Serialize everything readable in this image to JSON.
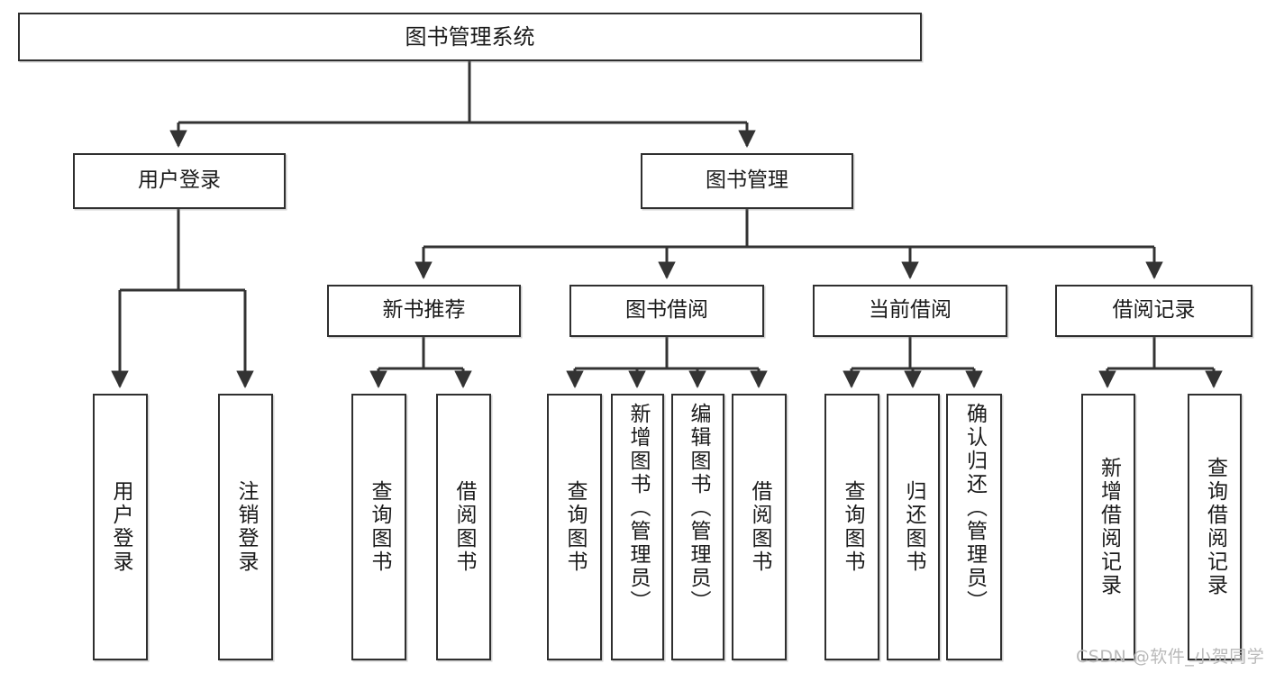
{
  "diagram": {
    "type": "hierarchy-tree",
    "title": "图书管理系统",
    "watermark": "CSDN @软件_小贺同学",
    "colors": {
      "box_border": "#2f2f2f",
      "box_fill": "#ffffff",
      "connector": "#333333",
      "text": "#1a1a1a",
      "watermark": "#b9b9b9"
    },
    "nodes": {
      "root": {
        "label": "图书管理系统"
      },
      "level2": [
        {
          "id": "user-login",
          "label": "用户登录"
        },
        {
          "id": "book-management",
          "label": "图书管理"
        }
      ],
      "level3": [
        {
          "id": "new-book-recommend",
          "label": "新书推荐"
        },
        {
          "id": "book-borrow",
          "label": "图书借阅"
        },
        {
          "id": "current-borrow",
          "label": "当前借阅"
        },
        {
          "id": "borrow-record",
          "label": "借阅记录"
        }
      ],
      "leaves": {
        "user_login": [
          {
            "id": "leaf-user-login",
            "label": "用户登录"
          },
          {
            "id": "leaf-logout-login",
            "label": "注销登录"
          }
        ],
        "new_book_recommend": [
          {
            "id": "leaf-query-book-1",
            "label": "查询图书"
          },
          {
            "id": "leaf-borrow-book-1",
            "label": "借阅图书"
          }
        ],
        "book_borrow": [
          {
            "id": "leaf-query-book-2",
            "label": "查询图书"
          },
          {
            "id": "leaf-add-book-admin",
            "label": "新增图书（管理员）"
          },
          {
            "id": "leaf-edit-book-admin",
            "label": "编辑图书（管理员）"
          },
          {
            "id": "leaf-borrow-book-2",
            "label": "借阅图书"
          }
        ],
        "current_borrow": [
          {
            "id": "leaf-query-book-3",
            "label": "查询图书"
          },
          {
            "id": "leaf-return-book",
            "label": "归还图书"
          },
          {
            "id": "leaf-confirm-return-admin",
            "label": "确认归还（管理员）"
          }
        ],
        "borrow_record": [
          {
            "id": "leaf-add-borrow-record",
            "label": "新增借阅记录"
          },
          {
            "id": "leaf-query-borrow-record",
            "label": "查询借阅记录"
          }
        ]
      }
    }
  }
}
